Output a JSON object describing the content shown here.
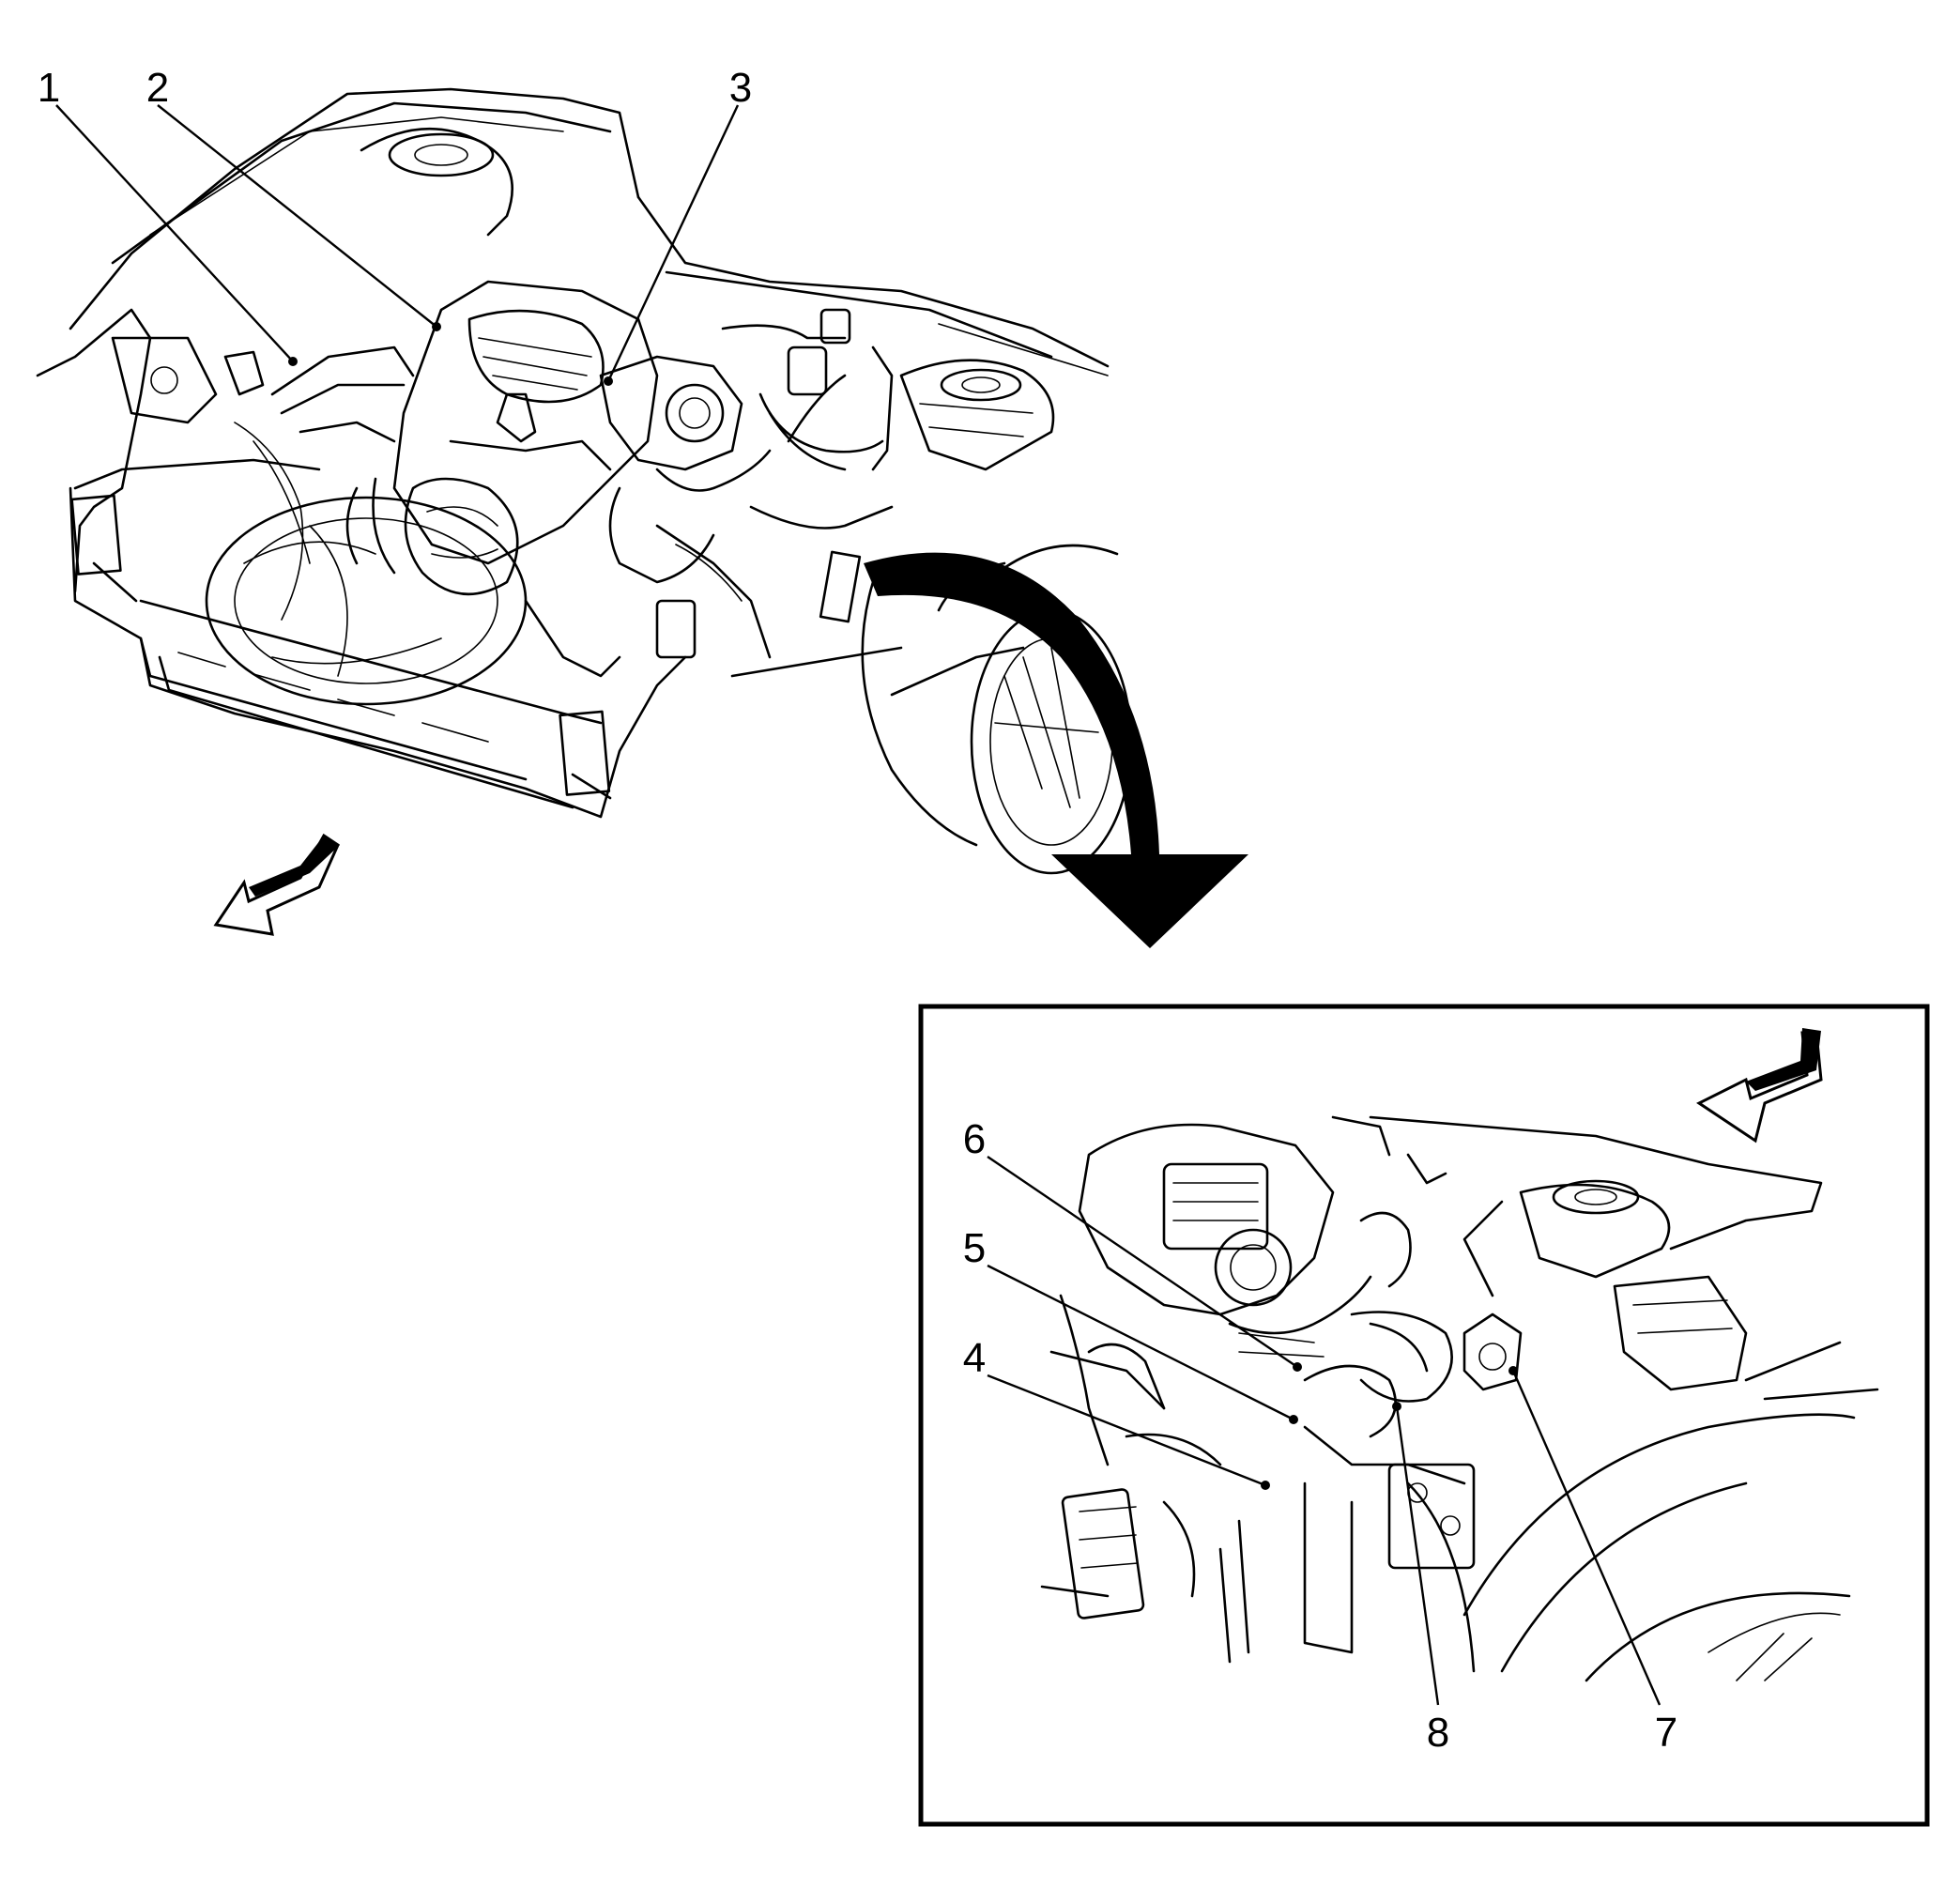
{
  "callouts": {
    "c1": "1",
    "c2": "2",
    "c3": "3",
    "c4": "4",
    "c5": "5",
    "c6": "6",
    "c7": "7",
    "c8": "8"
  },
  "icons": {
    "front_arrow_main": "forward-direction-arrow-icon",
    "front_arrow_detail": "forward-direction-arrow-icon",
    "zoom_arrow": "detail-view-arrow-icon"
  },
  "colors": {
    "ink": "#000000",
    "paper": "#ffffff"
  }
}
